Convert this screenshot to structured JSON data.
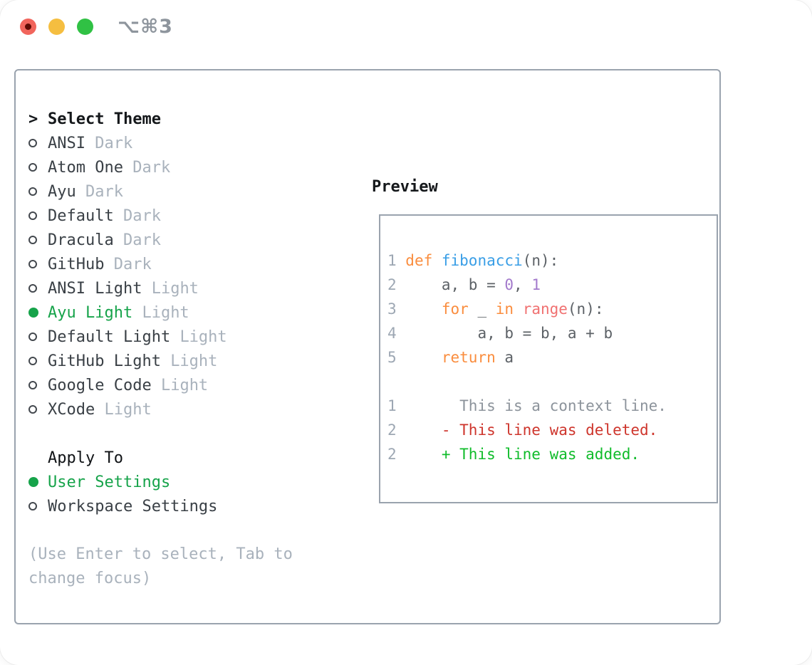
{
  "window": {
    "title": "⌥⌘3",
    "traffic_lights": [
      {
        "name": "close",
        "color": "#F1655C"
      },
      {
        "name": "minimize",
        "color": "#F5BE40"
      },
      {
        "name": "zoom",
        "color": "#30C144"
      }
    ]
  },
  "theme_section": {
    "header_prefix": ">",
    "header": "Select Theme",
    "items": [
      {
        "name": "ANSI",
        "variant": "Dark",
        "selected": false
      },
      {
        "name": "Atom One",
        "variant": "Dark",
        "selected": false
      },
      {
        "name": "Ayu",
        "variant": "Dark",
        "selected": false
      },
      {
        "name": "Default",
        "variant": "Dark",
        "selected": false
      },
      {
        "name": "Dracula",
        "variant": "Dark",
        "selected": false
      },
      {
        "name": "GitHub",
        "variant": "Dark",
        "selected": false
      },
      {
        "name": "ANSI Light",
        "variant": "Light",
        "selected": false
      },
      {
        "name": "Ayu Light",
        "variant": "Light",
        "selected": true
      },
      {
        "name": "Default Light",
        "variant": "Light",
        "selected": false
      },
      {
        "name": "GitHub Light",
        "variant": "Light",
        "selected": false
      },
      {
        "name": "Google Code",
        "variant": "Light",
        "selected": false
      },
      {
        "name": "XCode",
        "variant": "Light",
        "selected": false
      }
    ]
  },
  "apply_section": {
    "header": "Apply To",
    "items": [
      {
        "label": "User Settings",
        "selected": true
      },
      {
        "label": "Workspace Settings",
        "selected": false
      }
    ]
  },
  "hint_lines": [
    "(Use Enter to select, Tab to",
    "change focus)"
  ],
  "preview": {
    "header": "Preview",
    "lines": [
      {
        "tokens": [
          {
            "t": "1 ",
            "c": "line_number"
          },
          {
            "t": "def ",
            "c": "keyword"
          },
          {
            "t": "fibonacci",
            "c": "function"
          },
          {
            "t": "(n):",
            "c": "code"
          }
        ]
      },
      {
        "tokens": [
          {
            "t": "2 ",
            "c": "line_number"
          },
          {
            "t": "    a, b = ",
            "c": "code"
          },
          {
            "t": "0",
            "c": "number"
          },
          {
            "t": ", ",
            "c": "code"
          },
          {
            "t": "1",
            "c": "number"
          }
        ]
      },
      {
        "tokens": [
          {
            "t": "3 ",
            "c": "line_number"
          },
          {
            "t": "    ",
            "c": "code"
          },
          {
            "t": "for ",
            "c": "keyword"
          },
          {
            "t": "_ ",
            "c": "code"
          },
          {
            "t": "in ",
            "c": "keyword"
          },
          {
            "t": "range",
            "c": "builtin"
          },
          {
            "t": "(n):",
            "c": "code"
          }
        ]
      },
      {
        "tokens": [
          {
            "t": "4 ",
            "c": "line_number"
          },
          {
            "t": "        a, b = b, a + b",
            "c": "code"
          }
        ]
      },
      {
        "tokens": [
          {
            "t": "5 ",
            "c": "line_number"
          },
          {
            "t": "    ",
            "c": "code"
          },
          {
            "t": "return ",
            "c": "keyword"
          },
          {
            "t": "a",
            "c": "code"
          }
        ]
      },
      {
        "tokens": []
      },
      {
        "tokens": [
          {
            "t": "1 ",
            "c": "line_number"
          },
          {
            "t": "      This is a context line.",
            "c": "context"
          }
        ]
      },
      {
        "tokens": [
          {
            "t": "2 ",
            "c": "line_number"
          },
          {
            "t": "    - This line was deleted.",
            "c": "deleted"
          }
        ]
      },
      {
        "tokens": [
          {
            "t": "2 ",
            "c": "line_number"
          },
          {
            "t": "    + This line was added.",
            "c": "added"
          }
        ]
      }
    ]
  },
  "colors": {
    "accent_green": "#16A34A",
    "line_number": "#9DA7B3",
    "keyword": "#FA8D3E",
    "function": "#399EE6",
    "number": "#A37ACC",
    "builtin": "#F07171",
    "code": "#5C6166",
    "context": "#8C939B",
    "deleted": "#CE352C",
    "added": "#10BC2B",
    "muted": "#A9B2BC",
    "text_dark": "#3A4046",
    "border": "#9AA3AE"
  }
}
